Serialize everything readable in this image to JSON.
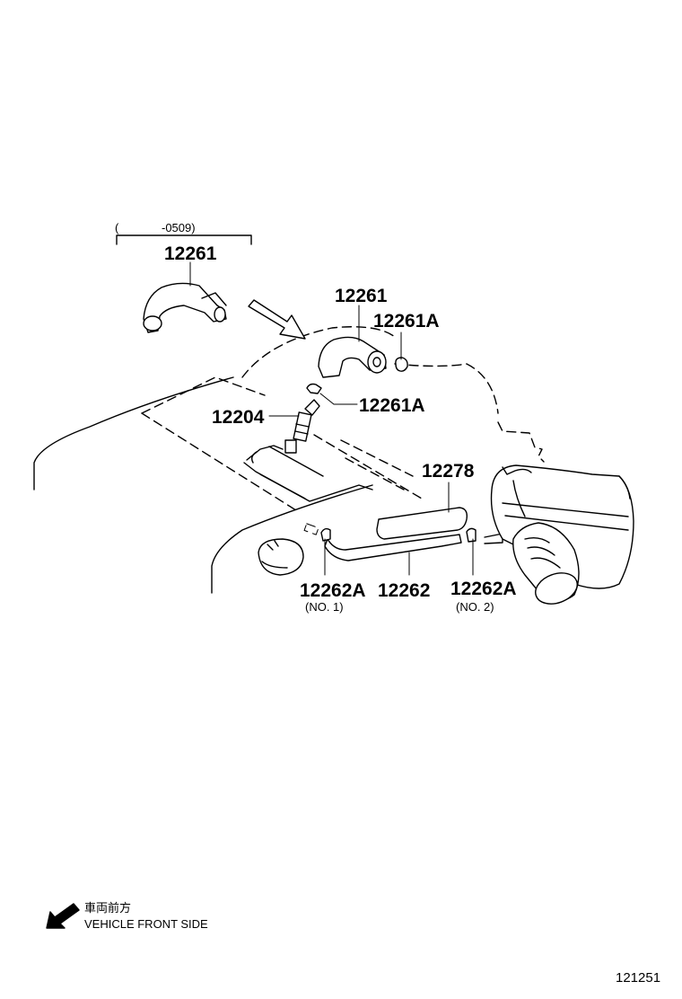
{
  "date_range": {
    "open": "(",
    "range": "-0509)"
  },
  "parts": {
    "p1": "12261",
    "p2": "12261",
    "p3": "12261A",
    "p4": "12261A",
    "p5": "12204",
    "p6": "12278",
    "p7": "12262A",
    "p8": "12262",
    "p9": "12262A"
  },
  "notes": {
    "no1": "(NO. 1)",
    "no2": "(NO. 2)"
  },
  "legend": {
    "jp": "車両前方",
    "en": "VEHICLE FRONT SIDE"
  },
  "diagram_id": "121251"
}
